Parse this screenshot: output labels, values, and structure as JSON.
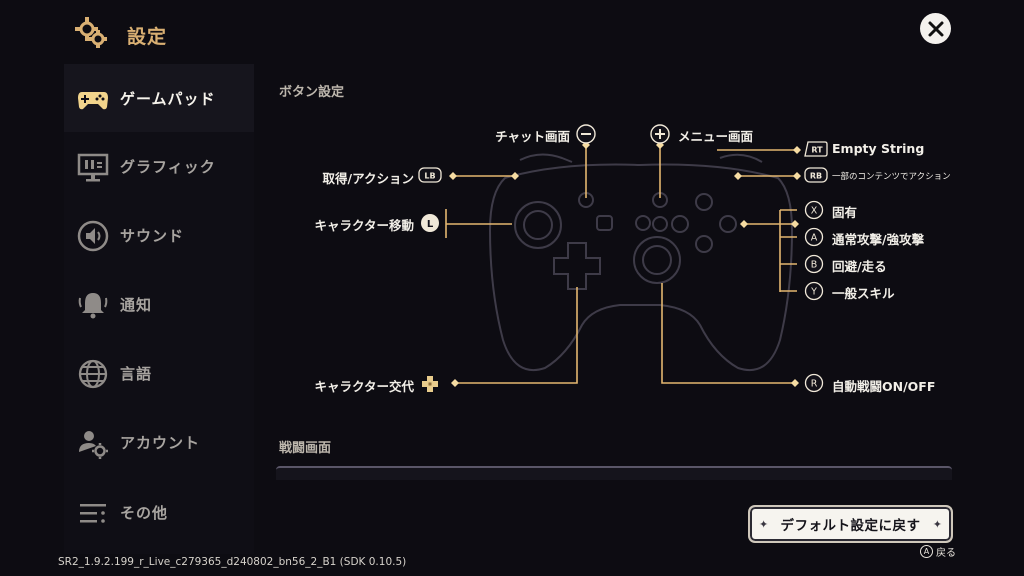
{
  "header": {
    "title": "設定",
    "close_label": "✕"
  },
  "sidebar": {
    "items": [
      {
        "label": "ゲームパッド",
        "icon": "gamepad-icon",
        "active": true
      },
      {
        "label": "グラフィック",
        "icon": "monitor-icon",
        "active": false
      },
      {
        "label": "サウンド",
        "icon": "speaker-icon",
        "active": false
      },
      {
        "label": "通知",
        "icon": "bell-icon",
        "active": false
      },
      {
        "label": "言語",
        "icon": "globe-icon",
        "active": false
      },
      {
        "label": "アカウント",
        "icon": "account-gear-icon",
        "active": false
      },
      {
        "label": "その他",
        "icon": "list-icon",
        "active": false
      }
    ]
  },
  "main": {
    "button_section_title": "ボタン設定",
    "battle_section_title": "戦闘画面",
    "mappings": {
      "minus": {
        "label": "チャット画面",
        "glyph": "−"
      },
      "plus": {
        "label": "メニュー画面",
        "glyph": "+"
      },
      "lb": {
        "label": "取得/アクション",
        "glyph": "LB"
      },
      "rt": {
        "label": "Empty String",
        "glyph": "RT"
      },
      "rb": {
        "label": "一部のコンテンツでアクション",
        "glyph": "RB"
      },
      "ls": {
        "label": "キャラクター移動",
        "glyph": "L"
      },
      "x": {
        "label": "固有",
        "glyph": "X"
      },
      "a": {
        "label": "通常攻撃/強攻撃",
        "glyph": "A"
      },
      "b": {
        "label": "回避/走る",
        "glyph": "B"
      },
      "y": {
        "label": "一般スキル",
        "glyph": "Y"
      },
      "dpad": {
        "label": "キャラクター交代",
        "glyph": "✚"
      },
      "rs": {
        "label": "自動戦闘ON/OFF",
        "glyph": "R"
      }
    }
  },
  "footer": {
    "default_button": "デフォルト設定に戻す",
    "back_glyph": "A",
    "back_label": "戻る",
    "version": "SR2_1.9.2.199_r_Live_c279365_d240802_bn56_2_B1 (SDK 0.10.5)"
  },
  "colors": {
    "accent_gold": "#d9b073",
    "line_gold": "#e3b770",
    "background": "#0d0c12",
    "sidebar_active": "#16151d"
  }
}
